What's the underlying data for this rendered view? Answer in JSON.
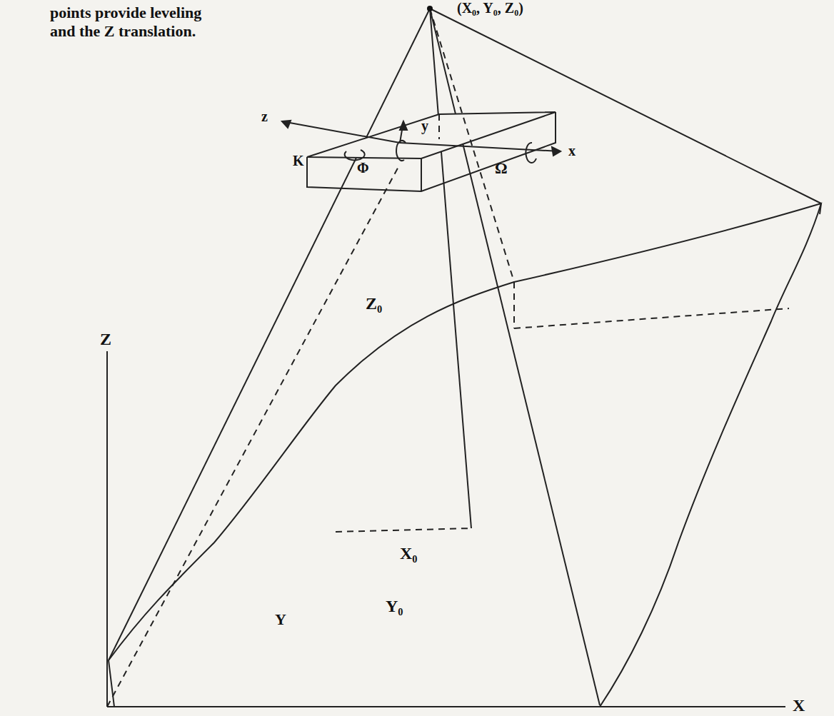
{
  "diagram": {
    "labels": [
      "points provide leveling",
      "and the Z translation.",
      "(X₀, Y₀, Z₀)",
      "z",
      "y",
      "x",
      "K",
      "Φ",
      "Ω",
      "Z₀",
      "Z",
      "X₀",
      "Y",
      "Y₀",
      "X"
    ]
  }
}
